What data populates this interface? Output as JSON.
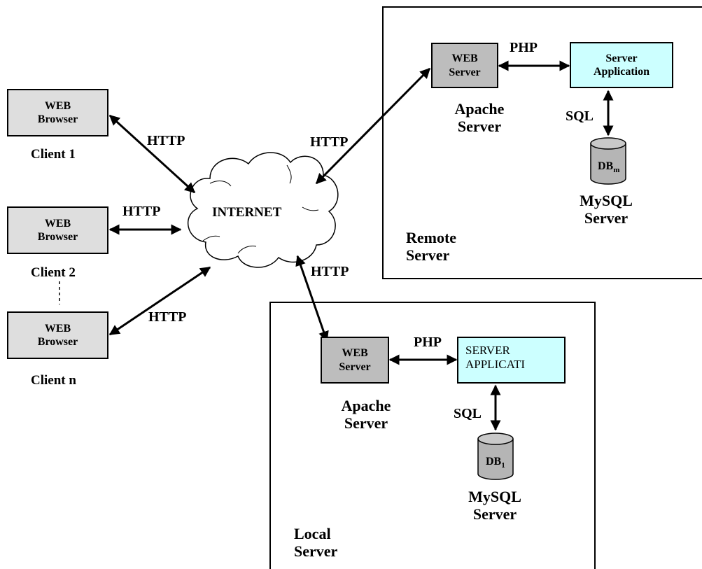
{
  "clients": [
    {
      "line1": "WEB",
      "line2": "Browser",
      "label": "Client 1"
    },
    {
      "line1": "WEB",
      "line2": "Browser",
      "label": "Client 2"
    },
    {
      "line1": "WEB",
      "line2": "Browser",
      "label": "Client n"
    }
  ],
  "protocols": {
    "http": "HTTP",
    "php": "PHP",
    "sql": "SQL"
  },
  "internet": {
    "label": "INTERNET"
  },
  "remote_server": {
    "web_server": {
      "line1": "WEB",
      "line2": "Server"
    },
    "app": {
      "line1": "Server",
      "line2": "Application"
    },
    "apache": {
      "line1": "Apache",
      "line2": "Server"
    },
    "db": {
      "base": "DB",
      "sub": "m"
    },
    "mysql": {
      "line1": "MySQL",
      "line2": "Server"
    },
    "title": {
      "line1": "Remote",
      "line2": "Server"
    }
  },
  "local_server": {
    "web_server": {
      "line1": "WEB",
      "line2": "Server"
    },
    "app": {
      "line1": "SERVER",
      "line2": "APPLICATI"
    },
    "apache": {
      "line1": "Apache",
      "line2": "Server"
    },
    "db": {
      "base": "DB",
      "sub": "1"
    },
    "mysql": {
      "line1": "MySQL",
      "line2": "Server"
    },
    "title": {
      "line1": "Local",
      "line2": "Server"
    }
  }
}
